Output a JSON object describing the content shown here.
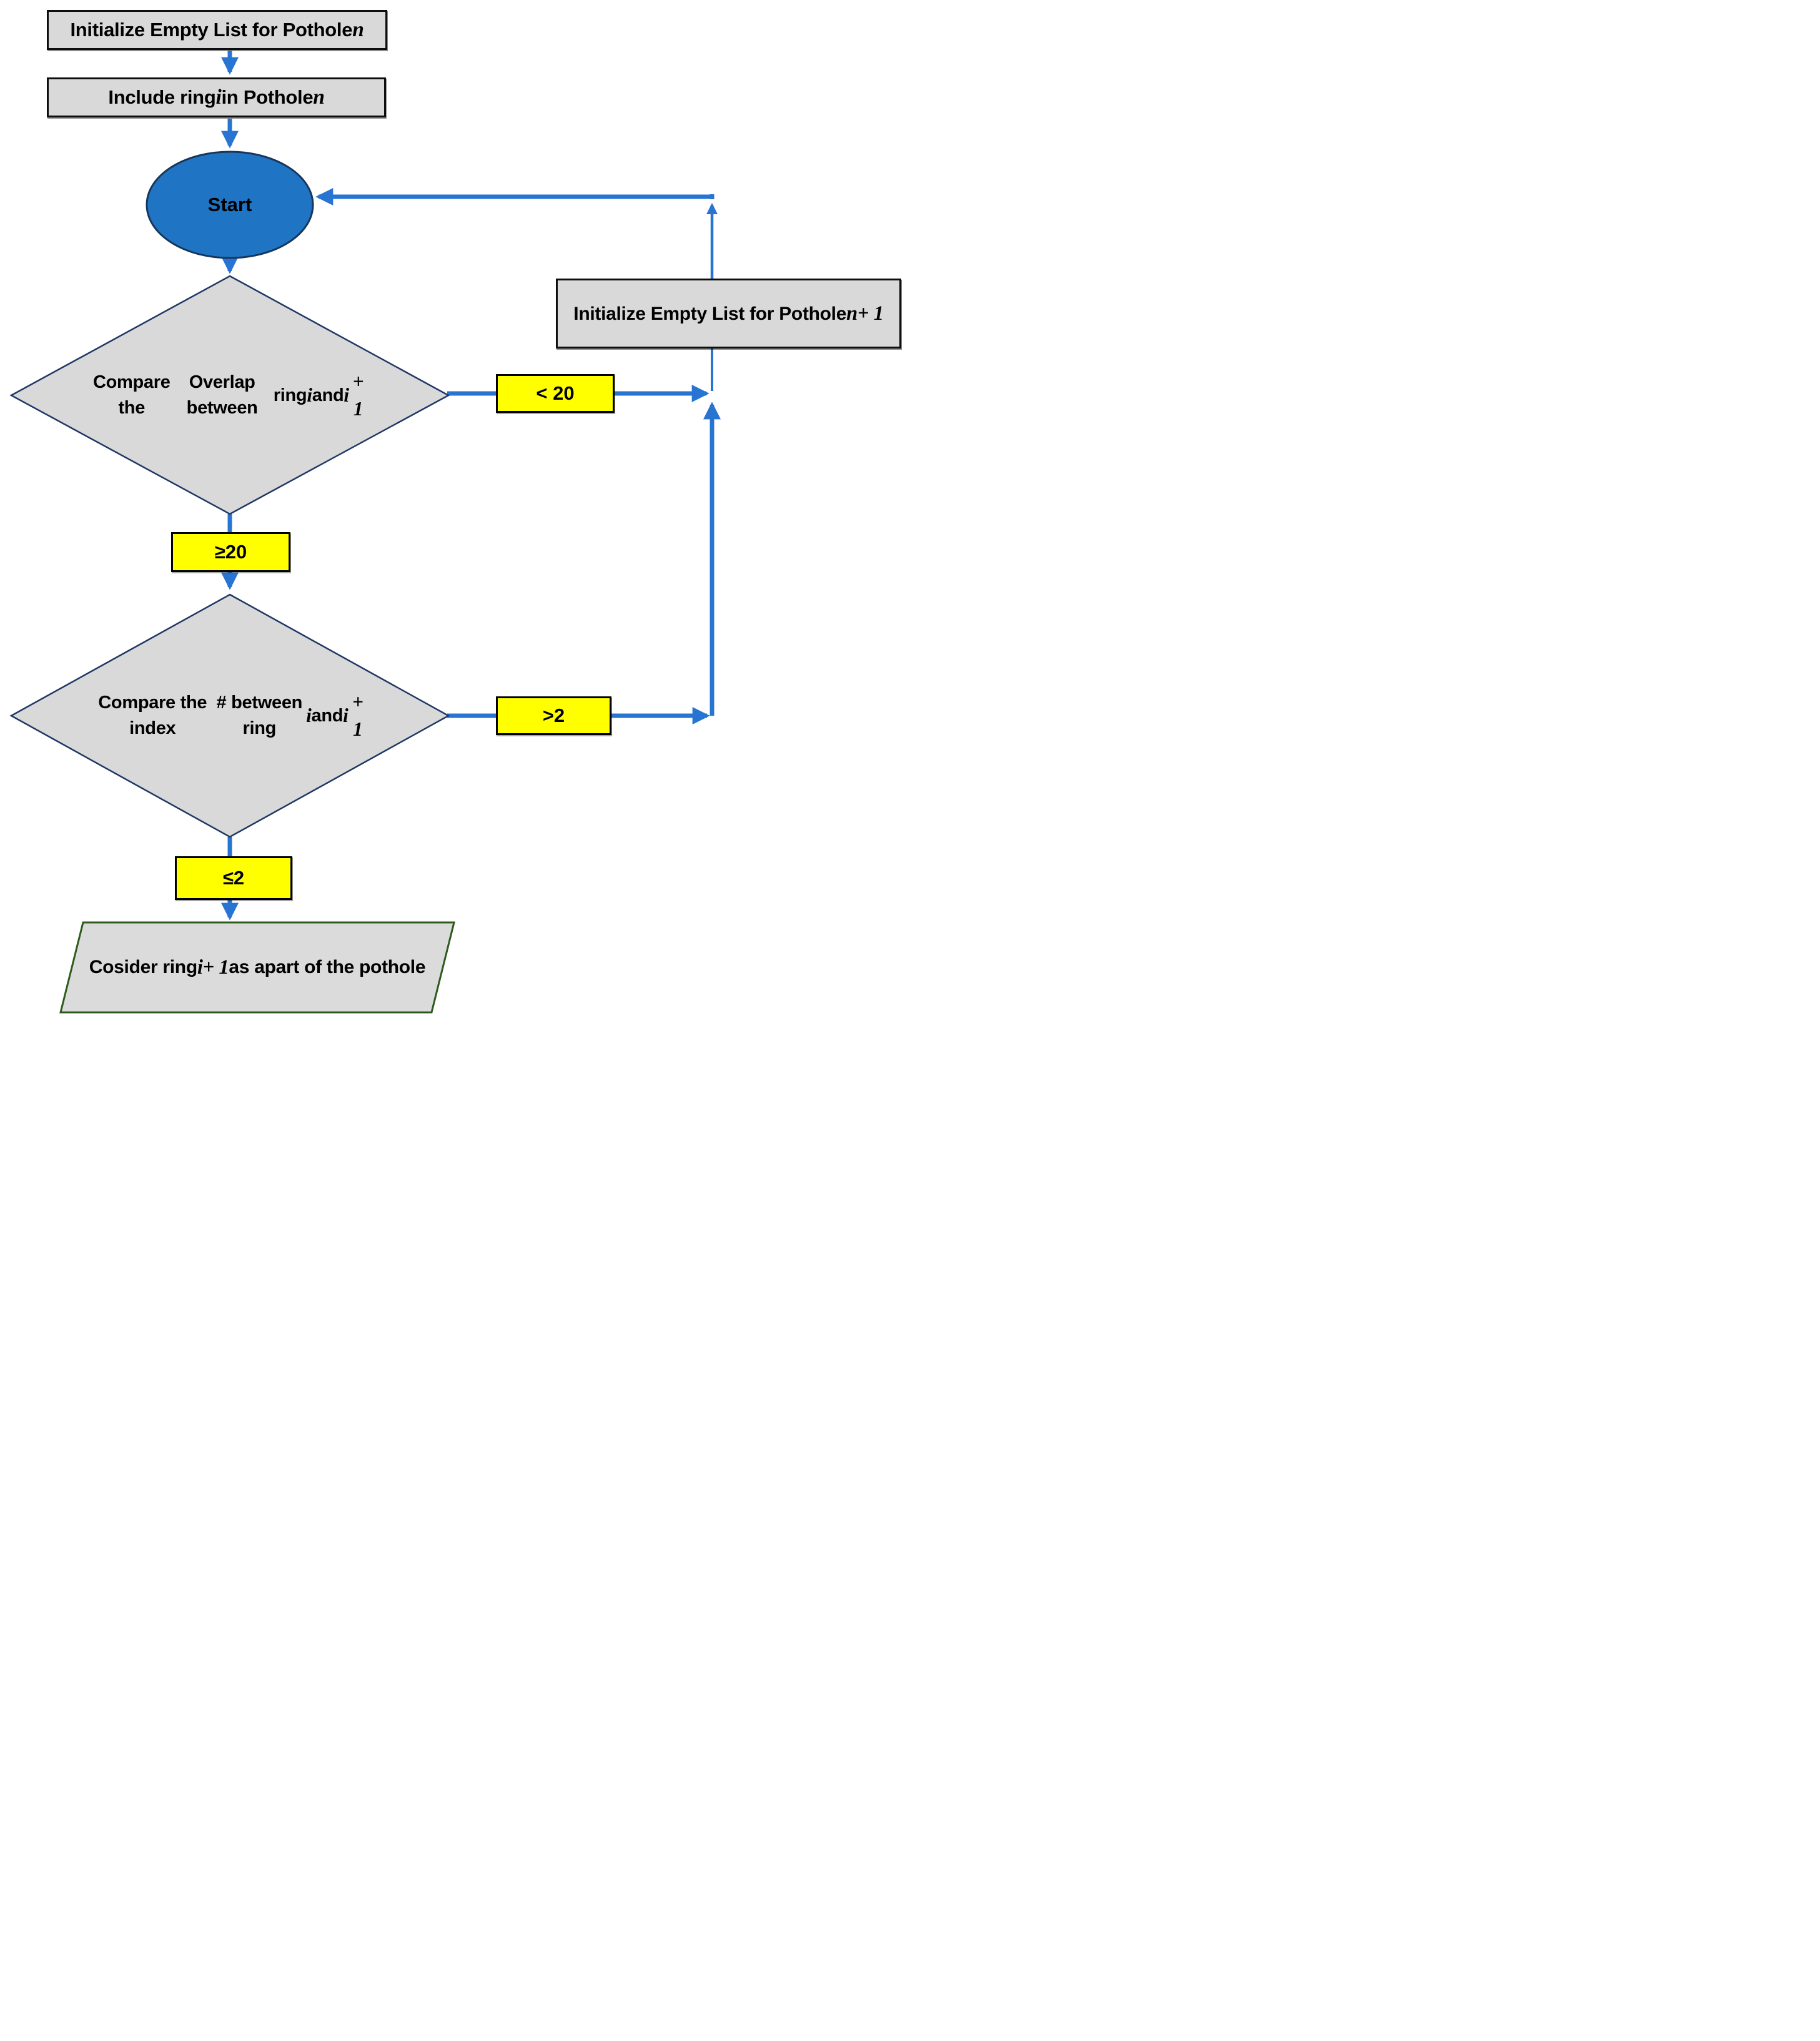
{
  "diagram": {
    "type": "flowchart",
    "title": "Pothole ring grouping flowchart",
    "nodes": {
      "init_pothole_n": {
        "shape": "process",
        "segments": [
          {
            "t": "Initialize Empty List for Pothole "
          },
          {
            "t": "n",
            "m": true
          }
        ]
      },
      "include_ring": {
        "shape": "process",
        "segments": [
          {
            "t": "Include ring "
          },
          {
            "t": "i",
            "m": true
          },
          {
            "t": " in Pothole "
          },
          {
            "t": "n",
            "m": true
          }
        ]
      },
      "start": {
        "shape": "terminator",
        "label": "Start"
      },
      "compare_overlap": {
        "shape": "decision",
        "segments": [
          {
            "t": "Compare the"
          },
          {
            "br": true
          },
          {
            "t": "Overlap between"
          },
          {
            "br": true
          },
          {
            "t": "ring "
          },
          {
            "t": "i",
            "m": true
          },
          {
            "t": " and "
          },
          {
            "t": "i",
            "m": true
          },
          {
            "t": " + 1",
            "m": true
          }
        ]
      },
      "branch_lt20": {
        "shape": "condition",
        "label": "< 20"
      },
      "branch_ge20": {
        "shape": "condition",
        "label": "≥20"
      },
      "init_pothole_n_plus_1": {
        "shape": "process",
        "segments": [
          {
            "t": "Initialize Empty List for Pothole"
          },
          {
            "br": true
          },
          {
            "t": "n",
            "m": true
          },
          {
            "t": " + 1",
            "m": true
          }
        ]
      },
      "compare_index": {
        "shape": "decision",
        "segments": [
          {
            "t": "Compare the index"
          },
          {
            "br": true
          },
          {
            "t": "# between ring "
          },
          {
            "t": "i",
            "m": true
          },
          {
            "br": true
          },
          {
            "t": "and "
          },
          {
            "t": "i",
            "m": true
          },
          {
            "t": " + 1",
            "m": true
          }
        ]
      },
      "branch_gt2": {
        "shape": "condition",
        "label": ">2"
      },
      "branch_le2": {
        "shape": "condition",
        "label": "≤2"
      },
      "consider_ring": {
        "shape": "io",
        "segments": [
          {
            "t": "Cosider ring "
          },
          {
            "t": "i",
            "m": true
          },
          {
            "t": " + 1",
            "m": true
          },
          {
            "t": " as a"
          },
          {
            "br": true
          },
          {
            "t": "part of the pothole"
          }
        ]
      }
    },
    "edges": [
      {
        "from": "init_pothole_n",
        "to": "include_ring"
      },
      {
        "from": "include_ring",
        "to": "start"
      },
      {
        "from": "start",
        "to": "compare_overlap"
      },
      {
        "from": "compare_overlap",
        "to": "init_pothole_n_plus_1",
        "condition": "< 20"
      },
      {
        "from": "compare_overlap",
        "to": "compare_index",
        "condition": "≥20"
      },
      {
        "from": "compare_index",
        "to": "init_pothole_n_plus_1",
        "condition": ">2"
      },
      {
        "from": "compare_index",
        "to": "consider_ring",
        "condition": "≤2"
      },
      {
        "from": "init_pothole_n_plus_1",
        "to": "start"
      }
    ],
    "colors": {
      "arrow": "#2874D2",
      "terminator_fill": "#1F75C4",
      "terminator_border": "#16365C",
      "process_fill": "#D9D9D9",
      "process_border": "#0D0D0D",
      "decision_fill": "#D9D9D9",
      "decision_border": "#1F3864",
      "condition_fill": "#FFFF00",
      "condition_border": "#000000",
      "io_fill": "#DBDBDB",
      "io_border": "#2D5B1E",
      "text": "#000000"
    }
  }
}
